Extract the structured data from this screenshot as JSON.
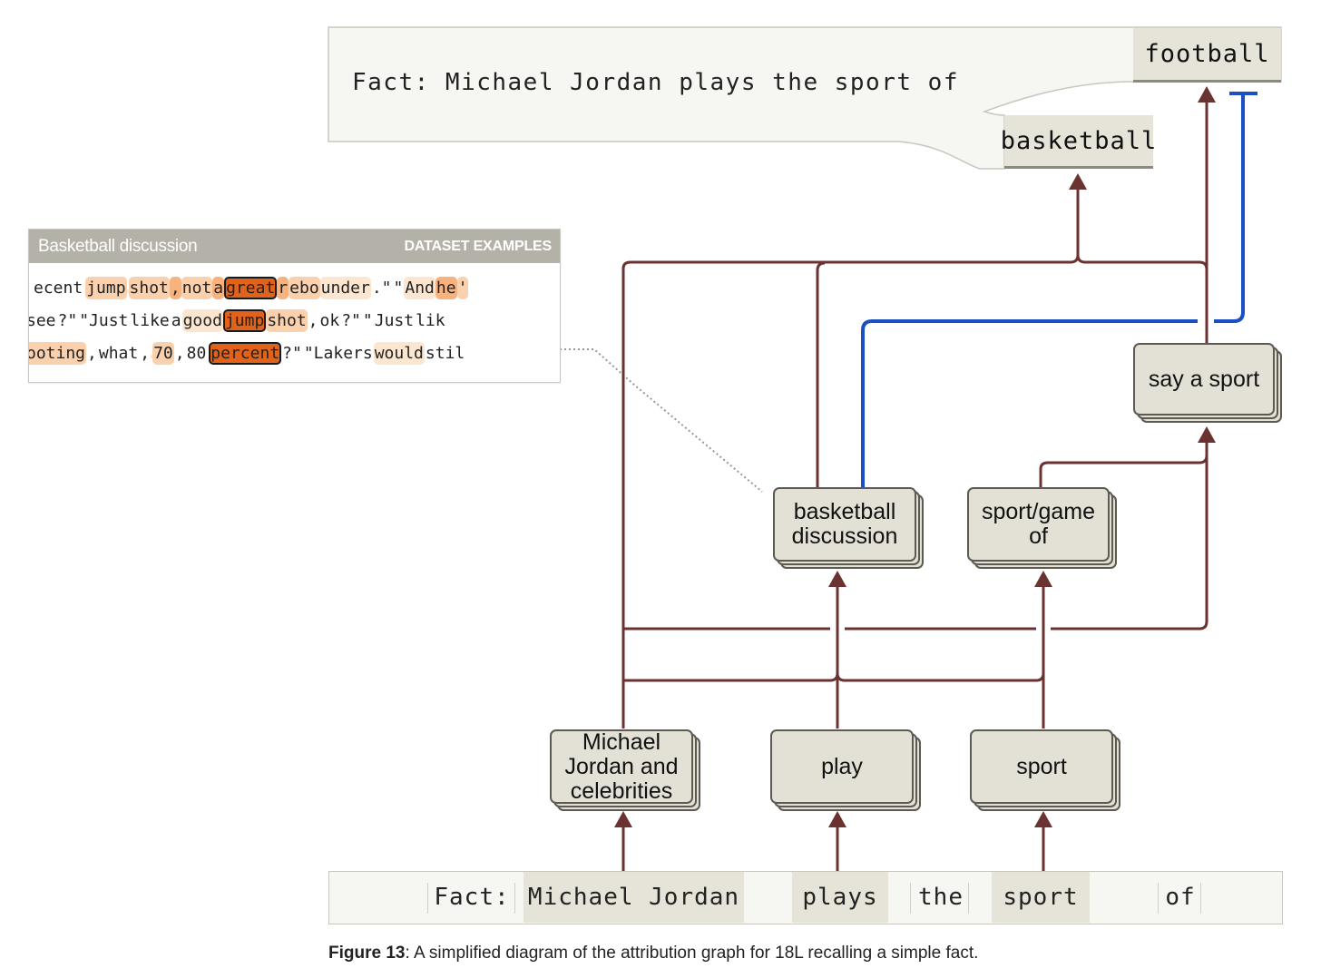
{
  "fact_prompt": {
    "text": "Fact: Michael Jordan plays the sport of",
    "outputs": {
      "football": "football",
      "basketball": "basketball"
    }
  },
  "dataset_panel": {
    "title": "Basketball discussion",
    "label": "DATASET EXAMPLES",
    "rows": [
      [
        [
          "ecent",
          0
        ],
        [
          " ",
          0
        ],
        [
          "jump",
          2
        ],
        [
          " ",
          1
        ],
        [
          "shot",
          2
        ],
        [
          ",",
          3
        ],
        [
          " not",
          2
        ],
        [
          " a",
          3
        ],
        [
          "great",
          5
        ],
        [
          " r",
          3
        ],
        [
          "ebo",
          2
        ],
        [
          "under",
          1
        ],
        [
          ".\"",
          0
        ],
        [
          " \"",
          0
        ],
        [
          "And",
          1
        ],
        [
          " he",
          3
        ],
        [
          "'",
          2
        ]
      ],
      [
        [
          "see",
          0
        ],
        [
          "?\"",
          0
        ],
        [
          " \"Just",
          0
        ],
        [
          " like",
          0
        ],
        [
          " a",
          0
        ],
        [
          " good",
          1
        ],
        [
          "jump",
          5
        ],
        [
          " shot",
          2
        ],
        [
          ",",
          0
        ],
        [
          " ok",
          0
        ],
        [
          "?\"",
          0
        ],
        [
          " \"",
          0
        ],
        [
          " Just",
          0
        ],
        [
          " lik",
          0
        ]
      ],
      [
        [
          "ooting",
          2
        ],
        [
          ",",
          0
        ],
        [
          " what",
          0
        ],
        [
          ",",
          0
        ],
        [
          " ",
          1
        ],
        [
          "70",
          2
        ],
        [
          ",",
          0
        ],
        [
          " 80",
          0
        ],
        [
          " ",
          0
        ],
        [
          "percent",
          5
        ],
        [
          "?\"",
          0
        ],
        [
          " \"Lakers",
          0
        ],
        [
          " would",
          1
        ],
        [
          " stil",
          0
        ]
      ]
    ]
  },
  "nodes": {
    "say_a_sport": "say a sport",
    "basketball_discussion": "basketball discussion",
    "sport_game_of": "sport/game of",
    "michael_jordan": "Michael Jordan and celebrities",
    "play": "play",
    "sport": "sport"
  },
  "input_tokens": {
    "fact": "Fact:",
    "michael_jordan": "Michael Jordan",
    "plays": "plays",
    "the": "the",
    "sport": "sport",
    "of": "of"
  },
  "caption": {
    "label": "Figure 13",
    "text": ": A simplified diagram of the attribution graph for 18L recalling a simple fact."
  },
  "colors": {
    "edge": "#6b3232",
    "inhibit_edge": "#1b4fc4",
    "node_fill": "#e3e1d5",
    "highlight": "#e3621a"
  }
}
